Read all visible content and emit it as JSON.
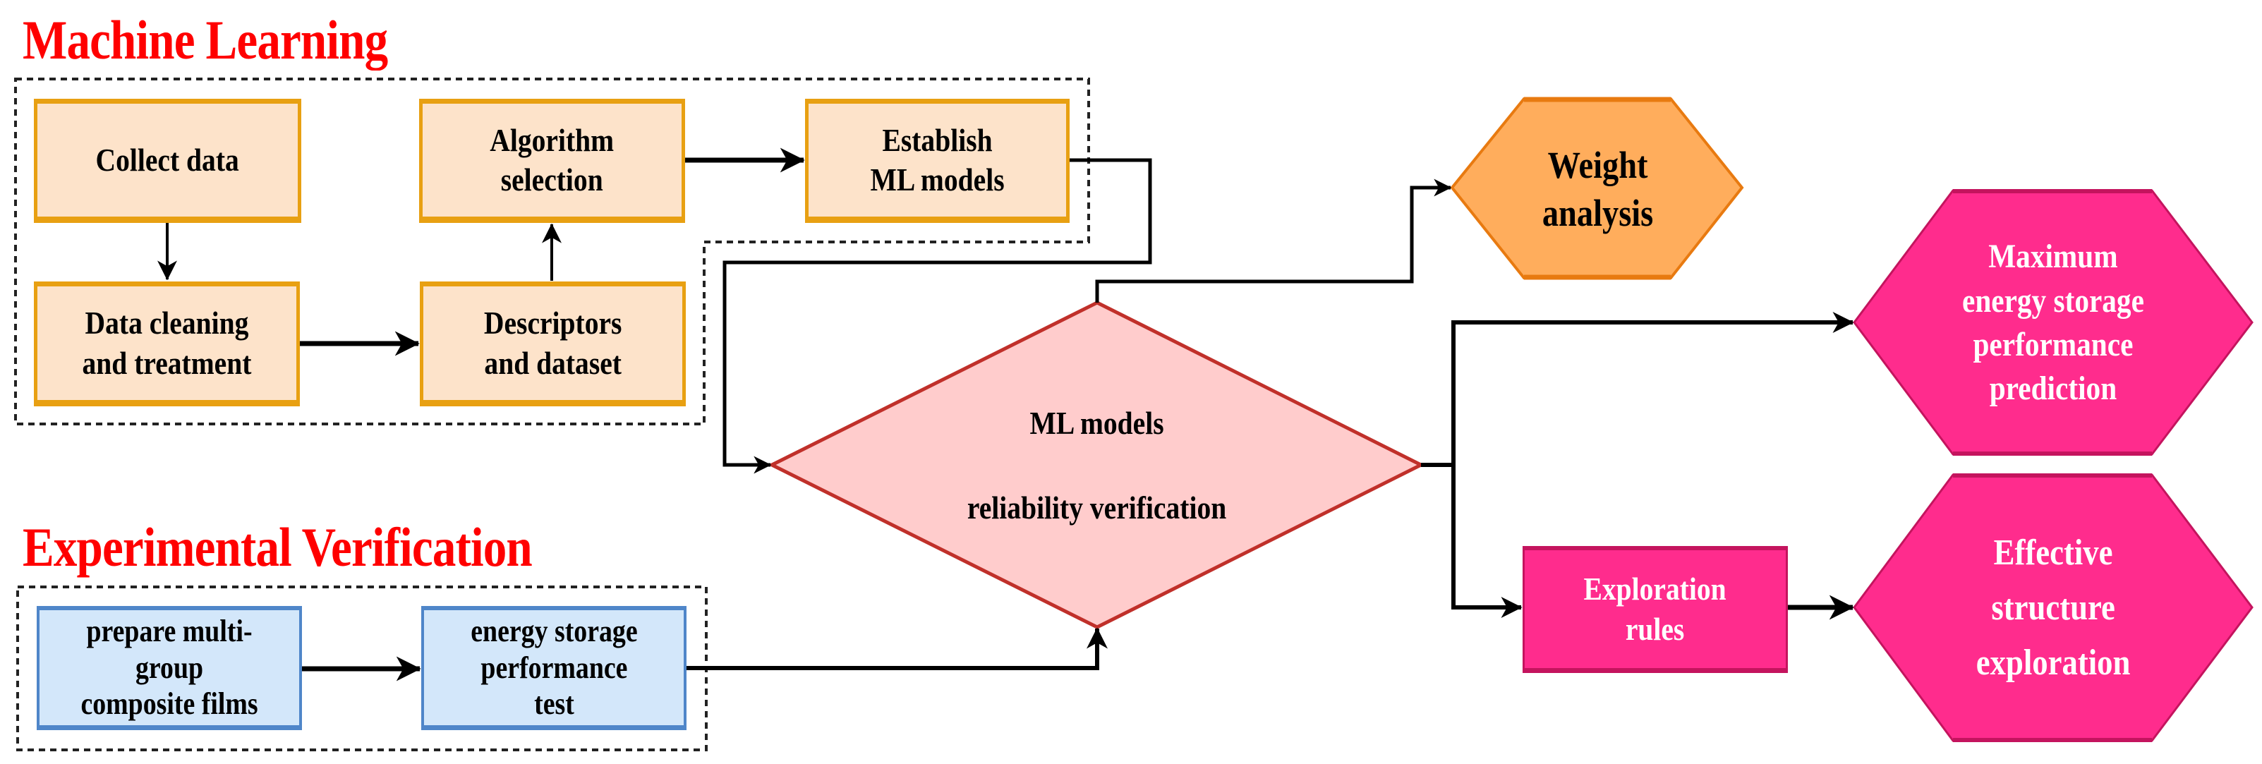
{
  "sections": {
    "machine_learning": {
      "title": "Machine Learning"
    },
    "experimental_verification": {
      "title": "Experimental Verification"
    }
  },
  "nodes": {
    "collect_data": {
      "lines": [
        "Collect data"
      ]
    },
    "algorithm_selection": {
      "lines": [
        "Algorithm",
        "selection"
      ]
    },
    "establish_ml_models": {
      "lines": [
        "Establish",
        "ML models"
      ]
    },
    "data_cleaning": {
      "lines": [
        "Data cleaning",
        "and treatment"
      ]
    },
    "descriptors_dataset": {
      "lines": [
        "Descriptors",
        "and dataset"
      ]
    },
    "prepare_films": {
      "lines": [
        "prepare multi-",
        "group",
        "composite films"
      ]
    },
    "energy_storage_test": {
      "lines": [
        "energy storage",
        "performance",
        "test"
      ]
    },
    "reliability_verification": {
      "lines": [
        "ML models",
        "reliability verification"
      ]
    },
    "weight_analysis": {
      "lines": [
        "Weight",
        "analysis"
      ]
    },
    "max_energy_prediction": {
      "lines": [
        "Maximum",
        "energy storage",
        "performance",
        "prediction"
      ]
    },
    "exploration_rules": {
      "lines": [
        "Exploration",
        "rules"
      ]
    },
    "effective_structure": {
      "lines": [
        "Effective",
        "structure",
        "exploration"
      ]
    }
  },
  "edges": [
    {
      "from": "collect_data",
      "to": "data_cleaning"
    },
    {
      "from": "data_cleaning",
      "to": "descriptors_dataset"
    },
    {
      "from": "descriptors_dataset",
      "to": "algorithm_selection"
    },
    {
      "from": "algorithm_selection",
      "to": "establish_ml_models"
    },
    {
      "from": "establish_ml_models",
      "to": "reliability_verification"
    },
    {
      "from": "prepare_films",
      "to": "energy_storage_test"
    },
    {
      "from": "energy_storage_test",
      "to": "reliability_verification"
    },
    {
      "from": "reliability_verification",
      "to": "weight_analysis"
    },
    {
      "from": "reliability_verification",
      "to": "max_energy_prediction"
    },
    {
      "from": "reliability_verification",
      "to": "exploration_rules"
    },
    {
      "from": "exploration_rules",
      "to": "effective_structure"
    }
  ],
  "colors": {
    "title_red": "#FF0000",
    "ml_box_fill": "#FDE3CA",
    "ml_box_border": "#E8A012",
    "exp_box_fill": "#D3E7FA",
    "exp_box_border": "#4F86C9",
    "diamond_fill": "#FFCCCC",
    "diamond_border": "#C0302A",
    "weight_fill": "#FFAD5C",
    "weight_border": "#E87A10",
    "pink_fill": "#FF2C8D",
    "pink_border": "#C4145E",
    "connector": "#000000"
  }
}
